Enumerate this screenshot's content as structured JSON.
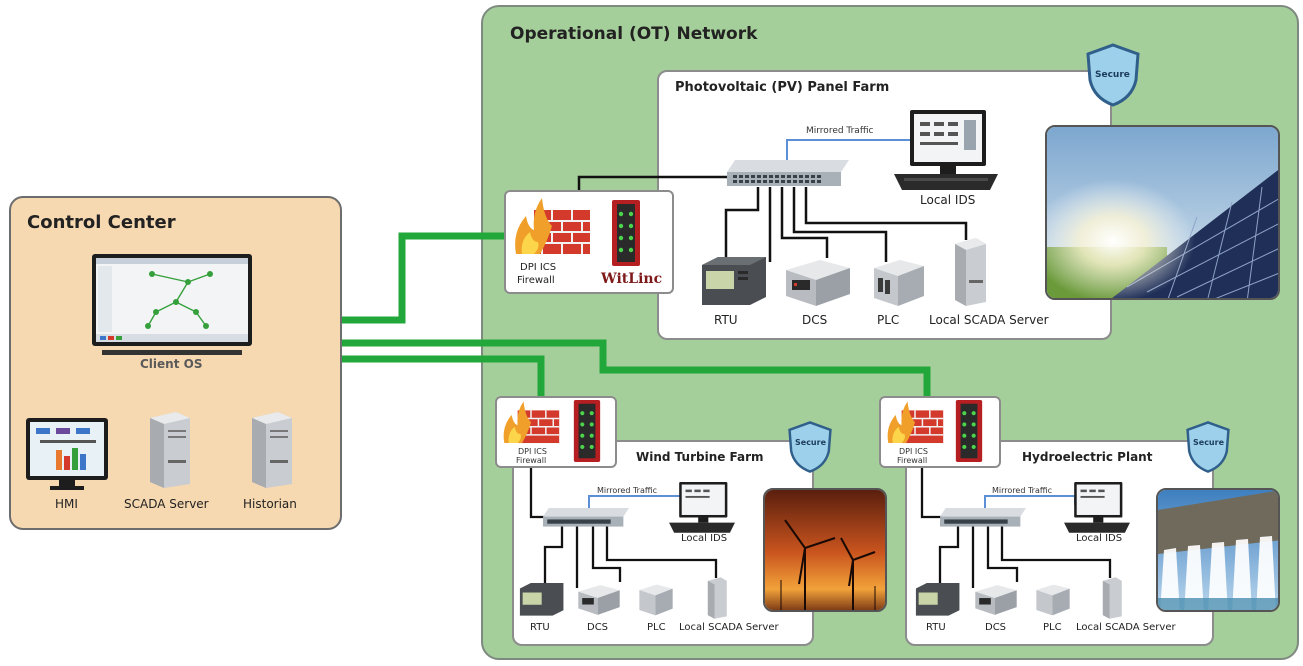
{
  "ot_network": {
    "title": "Operational (OT) Network"
  },
  "control_center": {
    "title": "Control Center",
    "client_label": "Client OS",
    "hmi_label": "HMI",
    "scada_server_label": "SCADA Server",
    "historian_label": "Historian"
  },
  "pv_farm": {
    "title": "Photovoltaic (PV) Panel Farm",
    "secure_badge": "Secure",
    "firewall_label_1": "DPI ICS",
    "firewall_label_2": "Firewall",
    "witlinc_label": "WitLinc",
    "mirrored_traffic": "Mirrored Traffic",
    "ids_label": "Local IDS",
    "rtu_label": "RTU",
    "dcs_label": "DCS",
    "plc_label": "PLC",
    "scada_label": "Local SCADA Server"
  },
  "wind_farm": {
    "title": "Wind Turbine Farm",
    "secure_badge": "Secure",
    "firewall_label_1": "DPI ICS",
    "firewall_label_2": "Firewall",
    "mirrored_traffic": "Mirrored Traffic",
    "ids_label": "Local IDS",
    "rtu_label": "RTU",
    "dcs_label": "DCS",
    "plc_label": "PLC",
    "scada_label": "Local SCADA Server"
  },
  "hydro_plant": {
    "title": "Hydroelectric Plant",
    "secure_badge": "Secure",
    "firewall_label_1": "DPI ICS",
    "firewall_label_2": "Firewall",
    "mirrored_traffic": "Mirrored Traffic",
    "ids_label": "Local IDS",
    "rtu_label": "RTU",
    "dcs_label": "DCS",
    "plc_label": "PLC",
    "scada_label": "Local SCADA Server"
  },
  "colors": {
    "link_green": "#22a83a",
    "ot_bg": "#a5cf9a",
    "cc_bg": "#f7d9b1",
    "mirror_blue": "#5b8fd6",
    "firewall_red": "#d33a2c"
  }
}
